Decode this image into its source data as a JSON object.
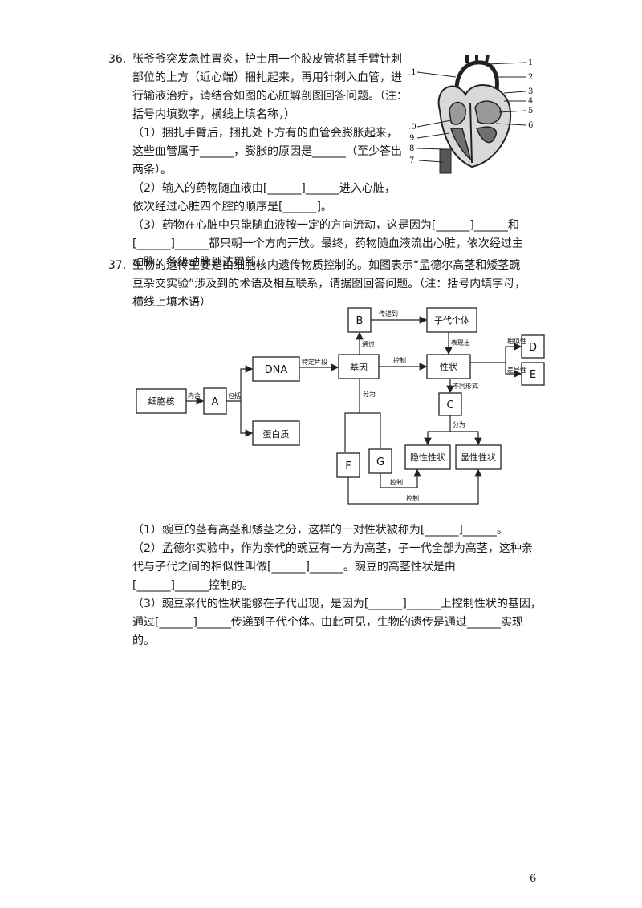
{
  "q36": {
    "number": "36.",
    "stem": [
      "张爷爷突发急性胃炎，护士用一个胶皮管将其手臂针刺",
      "部位的上方（近心端）捆扎起来，再用针刺入血管，进",
      "行输液治疗，请结合如图的心脏解剖图回答问题。（注：",
      "括号内填数字，横线上填名称，）"
    ],
    "p1": [
      "（1）捆扎手臂后，捆扎处下方有的血管会膨胀起来，",
      "这些血管属于______，膨胀的原因是______（至少答出",
      "两条）。"
    ],
    "p2": [
      "（2）输入的药物随血液由[______]______进入心脏，",
      "依次经过心脏四个腔的顺序是[______]。"
    ],
    "p3": [
      "（3）药物在心脏中只能随血液按一定的方向流动，这是因为[______]______和",
      "[______]______都只朝一个方向开放。最终，药物随血液流出心脏，依次经过主",
      "动脉、各级动脉到达胃部。"
    ],
    "heart_labels_right": [
      "1",
      "2",
      "3",
      "4",
      "5",
      "6"
    ],
    "heart_labels_left": [
      "11",
      "10",
      "9",
      "8",
      "7"
    ]
  },
  "q37": {
    "number": "37.",
    "stem": [
      "生物的遗传主要是由细胞核内遗传物质控制的。如图表示“孟德尔高茎和矮茎豌",
      "豆杂交实验”涉及到的术语及相互联系，请据图回答问题。（注：括号内填字母，",
      "横线上填术语）"
    ],
    "diagram": {
      "nucleus": "细胞核",
      "A": "A",
      "DNA": "DNA",
      "protein": "蛋白质",
      "gene": "基因",
      "B": "B",
      "offspring": "子代个体",
      "trait": "性状",
      "C": "C",
      "D": "D",
      "E": "E",
      "F": "F",
      "G": "G",
      "recessive": "隐性性状",
      "dominant": "显性性状",
      "e_contains": "内含",
      "e_includes": "包括",
      "e_segment": "特定片段",
      "e_via": "通过",
      "e_pass": "传递到",
      "e_express": "表现出",
      "e_control1": "控制",
      "e_forms": "不同形式",
      "e_similar": "相似性",
      "e_diff": "差异性",
      "e_split1": "分为",
      "e_split2": "分为",
      "e_control2": "控制",
      "e_control3": "控制"
    },
    "p1": "（1）豌豆的茎有高茎和矮茎之分，这样的一对性状被称为[______]______。",
    "p2": [
      "（2）孟德尔实验中，作为亲代的豌豆有一方为高茎，子一代全部为高茎，这种亲",
      "代与子代之间的相似性叫做[______]______。豌豆的高茎性状是由",
      "[______]______控制的。"
    ],
    "p3": [
      "（3）豌豆亲代的性状能够在子代出现，是因为[______]______上控制性状的基因，",
      "通过[______]______传递到子代个体。由此可见，生物的遗传是通过______实现",
      "的。"
    ]
  },
  "page_number": "6"
}
